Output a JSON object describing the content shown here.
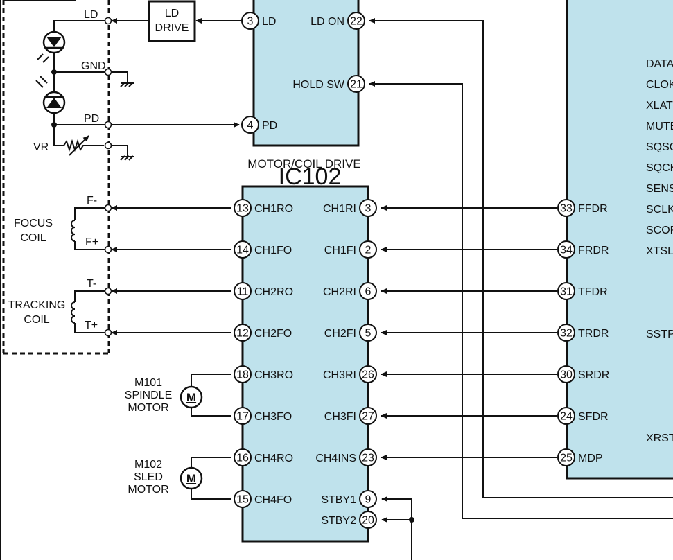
{
  "colors": {
    "chip_fill": "#bfe2ec",
    "line": "#111111",
    "background": "#ffffff"
  },
  "optical": {
    "ld": "LD",
    "ld_drive": [
      "LD",
      "DRIVE"
    ],
    "gnd": "GND",
    "pd": "PD",
    "vr": "VR",
    "f_minus": "F-",
    "f_plus": "F+",
    "t_minus": "T-",
    "t_plus": "T+",
    "focus_coil": [
      "FOCUS",
      "COIL"
    ],
    "tracking_coil": [
      "TRACKING",
      "COIL"
    ]
  },
  "motors": {
    "m101": [
      "M101",
      "SPINDLE",
      "MOTOR"
    ],
    "m102": [
      "M102",
      "SLED",
      "MOTOR"
    ],
    "symbol": "M"
  },
  "top_chip": {
    "left_pins": [
      {
        "num": "3",
        "name": "LD"
      },
      {
        "num": "4",
        "name": "PD"
      }
    ],
    "right_pins": [
      {
        "num": "22",
        "name": "LD ON"
      },
      {
        "num": "21",
        "name": "HOLD SW"
      }
    ]
  },
  "ic102": {
    "subtitle": "MOTOR/COIL DRIVE",
    "title": "IC102",
    "left_pins": [
      {
        "num": "13",
        "name": "CH1RO"
      },
      {
        "num": "14",
        "name": "CH1FO"
      },
      {
        "num": "11",
        "name": "CH2RO"
      },
      {
        "num": "12",
        "name": "CH2FO"
      },
      {
        "num": "18",
        "name": "CH3RO"
      },
      {
        "num": "17",
        "name": "CH3FO"
      },
      {
        "num": "16",
        "name": "CH4RO"
      },
      {
        "num": "15",
        "name": "CH4FO"
      }
    ],
    "right_pins": [
      {
        "num": "3",
        "name": "CH1RI"
      },
      {
        "num": "2",
        "name": "CH1FI"
      },
      {
        "num": "6",
        "name": "CH2RI"
      },
      {
        "num": "5",
        "name": "CH2FI"
      },
      {
        "num": "26",
        "name": "CH3RI"
      },
      {
        "num": "27",
        "name": "CH3FI"
      },
      {
        "num": "23",
        "name": "CH4INS"
      },
      {
        "num": "9",
        "name": "STBY1"
      },
      {
        "num": "20",
        "name": "STBY2"
      }
    ]
  },
  "dsp": {
    "pins": [
      {
        "num": "33",
        "name": "FFDR"
      },
      {
        "num": "34",
        "name": "FRDR"
      },
      {
        "num": "31",
        "name": "TFDR"
      },
      {
        "num": "32",
        "name": "TRDR"
      },
      {
        "num": "30",
        "name": "SRDR"
      },
      {
        "num": "24",
        "name": "SFDR"
      },
      {
        "num": "25",
        "name": "MDP"
      }
    ],
    "inner_labels": [
      "DATA",
      "CLOK",
      "XLAT",
      "MUTE",
      "SQSO",
      "SQCK",
      "SENS",
      "SCLK",
      "SCOR",
      "XTSL",
      "SSTP",
      "XRST"
    ]
  }
}
